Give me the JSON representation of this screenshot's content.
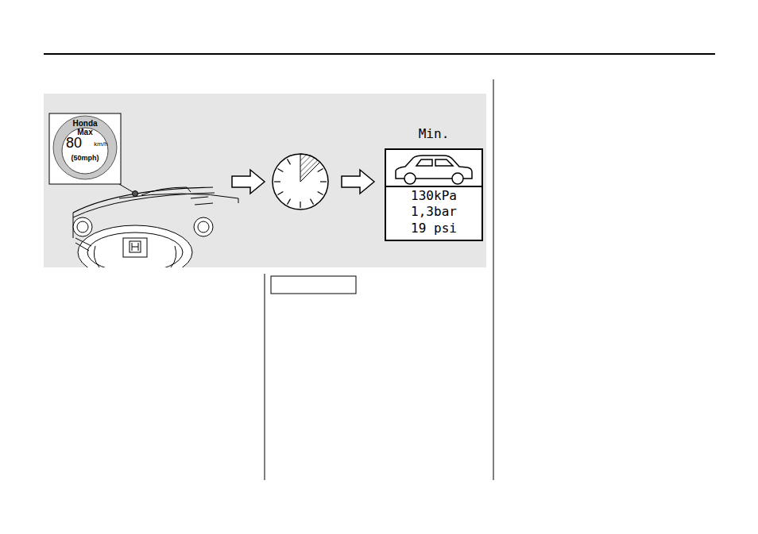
{
  "diagram": {
    "nodes": [
      {
        "text": [
          "Honda",
          "Max",
          "80",
          "km/h",
          "(50mph)"
        ]
      },
      {
        "text": [
          "Min.",
          "130kPa",
          "1,3bar",
          "19 psi"
        ]
      }
    ]
  }
}
